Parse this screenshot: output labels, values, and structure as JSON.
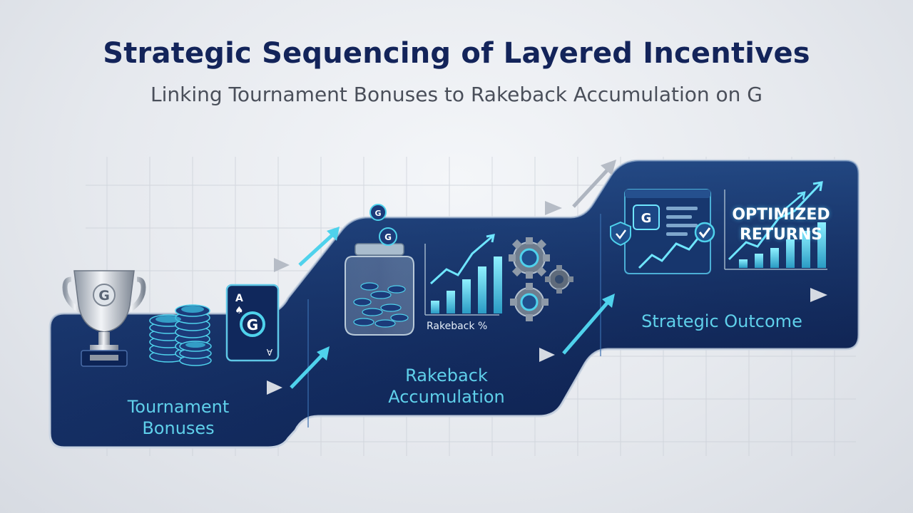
{
  "title": "Strategic Sequencing of Layered Incentives",
  "subtitle": "Linking Tournament Bonuses to Rakeback Accumulation on G",
  "brand_letter": "G",
  "stages": [
    {
      "id": "tournament",
      "label_lines": [
        "Tournament",
        "Bonuses"
      ]
    },
    {
      "id": "rakeback",
      "label_lines": [
        "Rakeback",
        "Accumulation"
      ]
    },
    {
      "id": "outcome",
      "label_lines": [
        "Strategic Outcome"
      ]
    }
  ],
  "rakeback_chart_caption": "Rakeback %",
  "outcome_badge_lines": [
    "OPTIMIZED",
    "RETURNS"
  ],
  "colors": {
    "title": "#13245a",
    "panel_dark": "#0e1f4d",
    "panel_mid": "#1d3d78",
    "accent_cyan": "#4fd2ec",
    "label_cyan": "#5fd0ea"
  },
  "icons": [
    "trophy-icon",
    "chip-stack-icon",
    "playing-card-icon",
    "chip-jar-icon",
    "bar-chart-icon",
    "gear-icon",
    "dashboard-icon",
    "check-icon",
    "trend-arrow-icon"
  ]
}
